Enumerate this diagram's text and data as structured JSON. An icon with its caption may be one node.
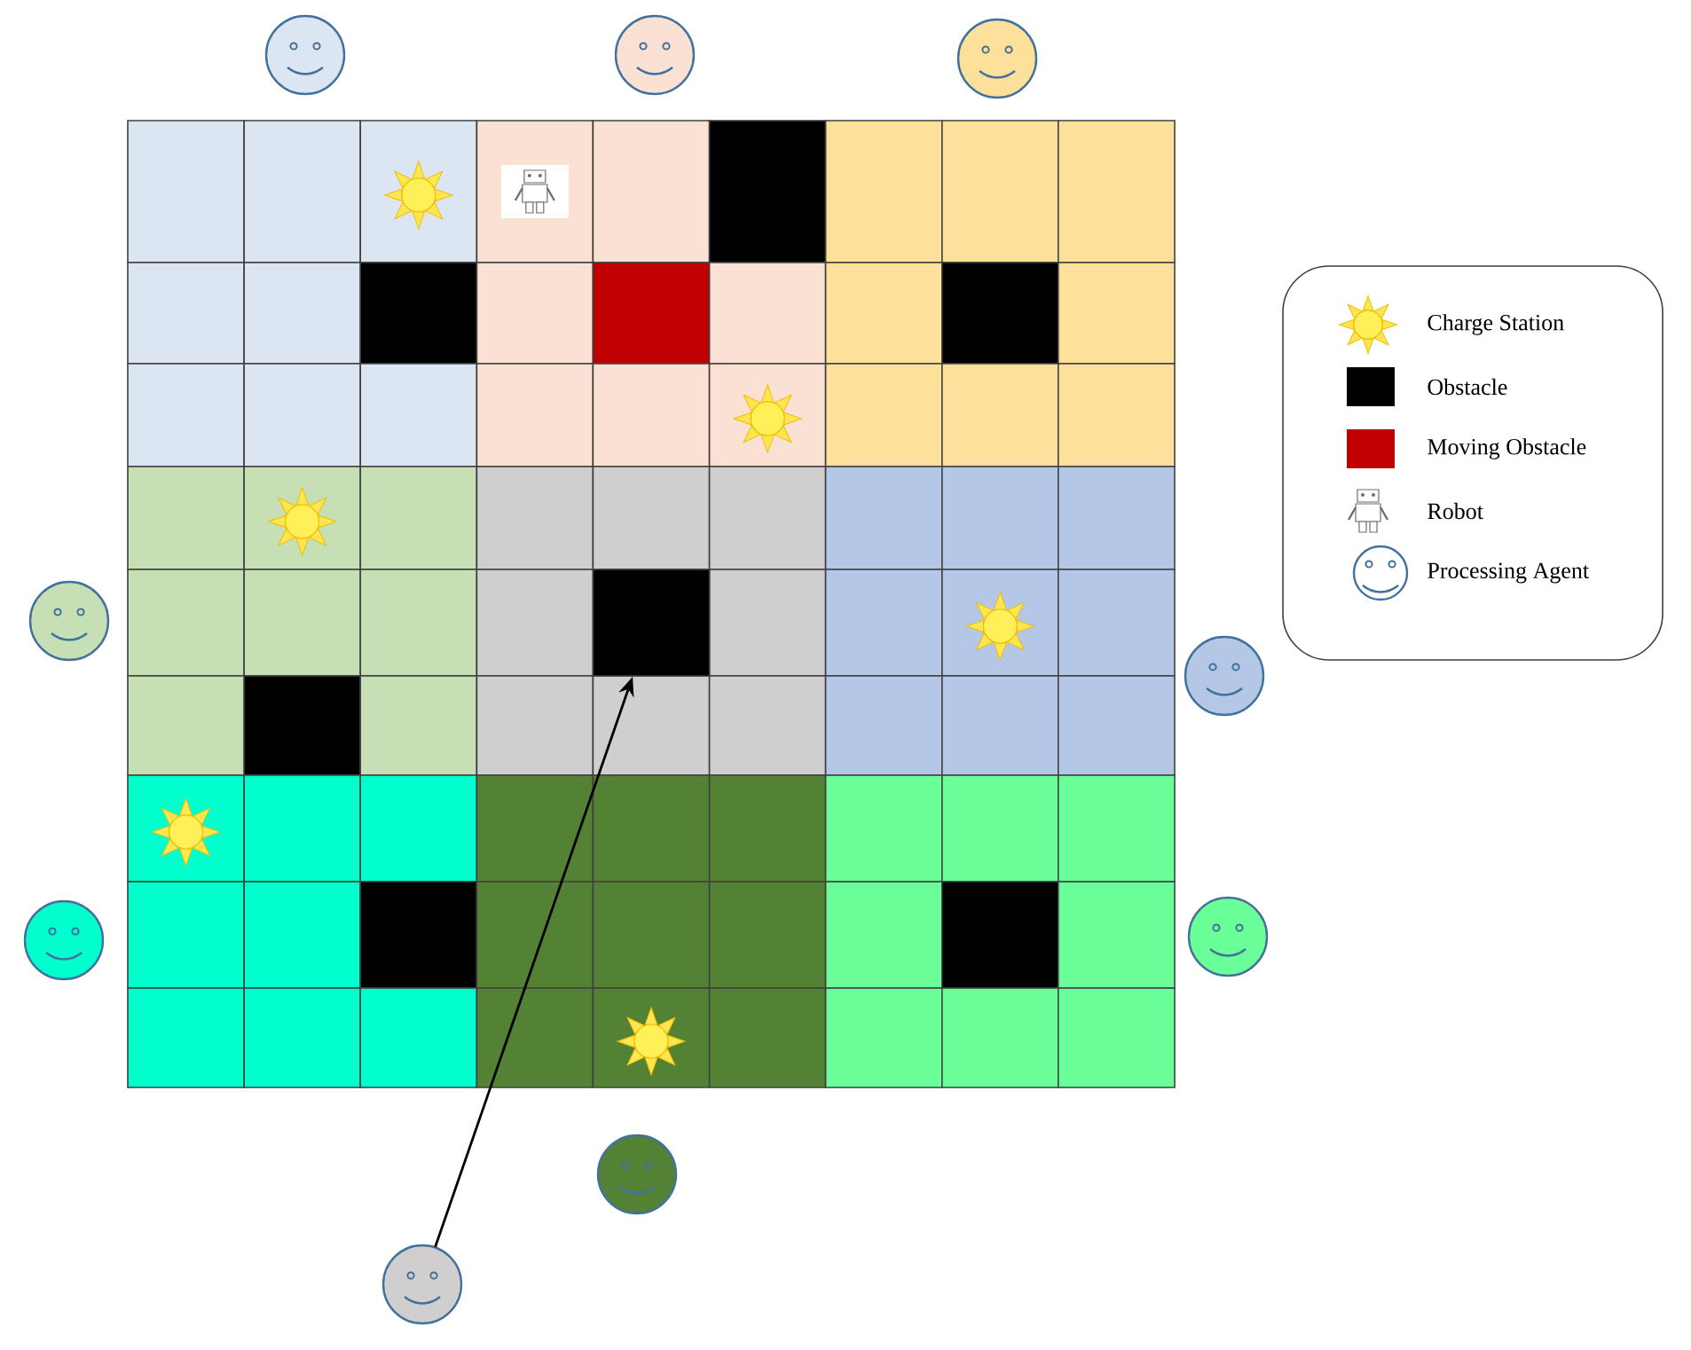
{
  "diagram": {
    "nodes": [
      {
        "text": [],
        "shape": "circle"
      },
      {
        "text": [],
        "shape": "box"
      }
    ],
    "edges": [
      {
        "from": 0,
        "to": 1,
        "arrow": "to"
      }
    ],
    "legend": [
      {
        "text": "Charge Station"
      },
      {
        "text": "Obstacle",
        "color": "#000000"
      },
      {
        "text": "Moving Obstacle",
        "color": "#c00000"
      },
      {
        "text": "Robot"
      },
      {
        "text": "Processing Agent"
      }
    ]
  }
}
